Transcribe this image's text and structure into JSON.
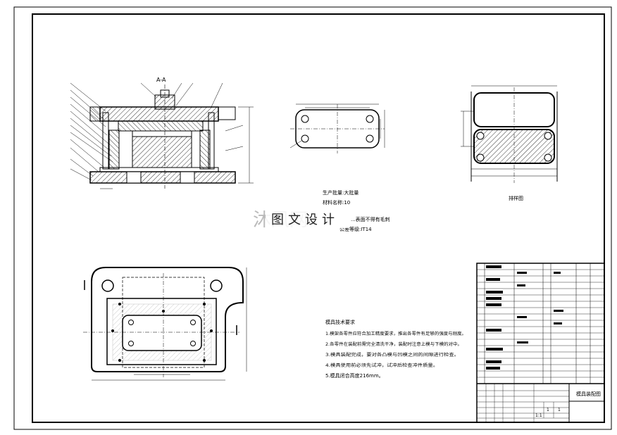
{
  "section_label": "A-A",
  "production_specs": [
    "生产批量:大批量",
    "材料名称:10",
    "...表面不得有毛刺",
    "公差等级:IT14"
  ],
  "tech_requirements": {
    "title": "模具技术要求",
    "items": [
      "1.模架各零件应符合加工精度要求，推出各零件有足够的强度与刚度。",
      "2.各零件在装配前需完全清洗干净，装配时注意上模与下模的对中。",
      "3.模具装配完成，要对各凸模与凹模之间的间隙进行检查。",
      "4.模具使用前必须先试冲，试冲后检查冲件质量。",
      "5.模具闭合高度216mm。"
    ]
  },
  "layout_label": "排样图",
  "title_block": {
    "drawing_name": "模具装配图",
    "scale": "1:1",
    "sheet_count": "1",
    "sheet_no": "1"
  },
  "watermark": {
    "text": "图文设计",
    "logo": "沐风网"
  }
}
